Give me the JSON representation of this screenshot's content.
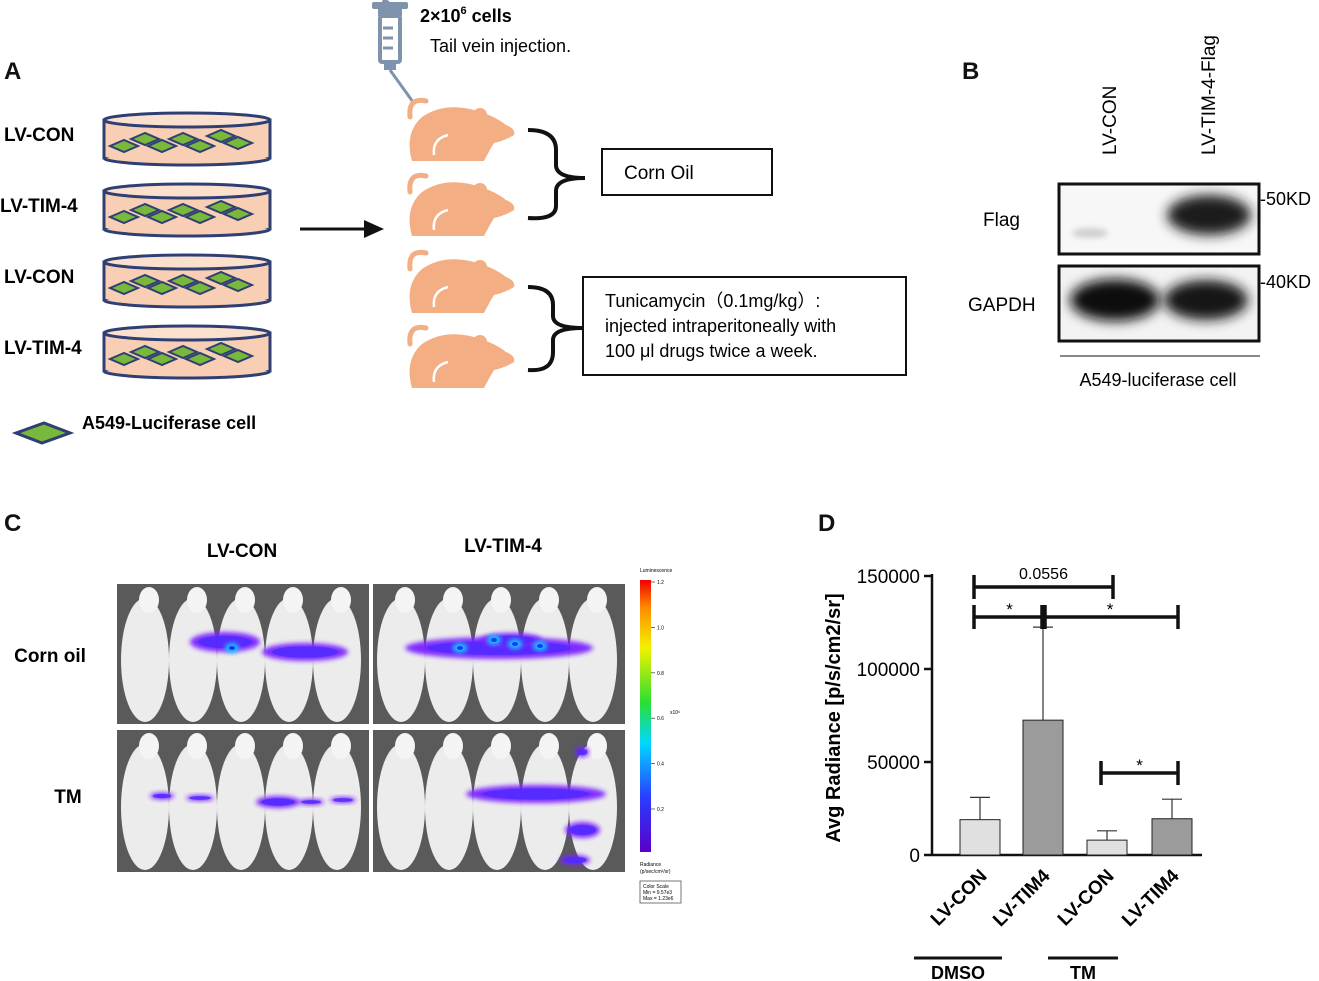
{
  "panels": {
    "a": {
      "label": "A",
      "injection": {
        "cells_prefix": "2×10",
        "cells_exp": "6",
        "cells_suffix": " cells",
        "route": "Tail vein injection."
      },
      "dishes": [
        "LV-CON",
        "LV-TIM-4",
        "LV-CON",
        "LV-TIM-4"
      ],
      "legend": "A549-Luciferase cell",
      "treatments": [
        {
          "lines": [
            "Corn Oil"
          ]
        },
        {
          "lines": [
            "Tunicamycin（0.1mg/kg）:",
            "injected intraperitoneally with",
            "100 μl drugs twice a week."
          ]
        }
      ],
      "colors": {
        "dish_fill": "#f8cfb4",
        "dish_stroke": "#2f3f73",
        "cell_fill": "#7ab83c",
        "mouse": "#f3ae83"
      }
    },
    "b": {
      "label": "B",
      "lanes": [
        "LV-CON",
        "LV-TIM-4-Flag"
      ],
      "rows": [
        "Flag",
        "GAPDH"
      ],
      "markers": [
        "-50KD",
        "-40KD"
      ],
      "cell_line": "A549-luciferase cell"
    },
    "c": {
      "label": "C",
      "columns": [
        "LV-CON",
        "LV-TIM-4"
      ],
      "rows": [
        "Corn oil",
        "TM"
      ],
      "scale": {
        "title": "Luminescence",
        "ticks": [
          "1.2",
          "1.0",
          "0.8",
          "0.6",
          "0.4",
          "0.2"
        ],
        "unit": "x10⁶",
        "radiance_lines": [
          "Radiance",
          "(p/sec/cm²/sr)"
        ],
        "color_scale_lines": [
          "Color Scale",
          "Min = 9.57e3",
          "Max = 1.23e6"
        ]
      }
    }
  },
  "chart_data": {
    "type": "bar",
    "panel_label": "D",
    "categories": [
      "LV-CON",
      "LV-TIM4",
      "LV-CON",
      "LV-TIM4"
    ],
    "values": [
      19000,
      72500,
      8000,
      19500
    ],
    "errors": [
      12000,
      50000,
      5000,
      10500
    ],
    "bar_colors": [
      "#e0e0e0",
      "#9b9b9b",
      "#e0e0e0",
      "#9b9b9b"
    ],
    "ylabel": "Avg Radiance [p/s/cm2/sr]",
    "ylim": [
      0,
      150000
    ],
    "yticks": [
      0,
      50000,
      100000,
      150000
    ],
    "groups": [
      {
        "label": "DMSO",
        "members": [
          0,
          1
        ]
      },
      {
        "label": "TM",
        "members": [
          2,
          3
        ]
      }
    ],
    "comparisons": [
      {
        "from": 0,
        "to": 2,
        "label": "0.0556"
      },
      {
        "from": 0,
        "to": 1,
        "label": "*"
      },
      {
        "from": 1,
        "to": 3,
        "label": "*"
      },
      {
        "from": 2,
        "to": 3,
        "label": "*"
      }
    ]
  }
}
